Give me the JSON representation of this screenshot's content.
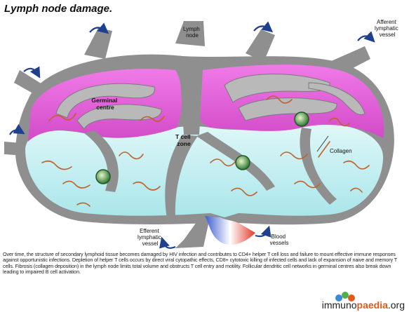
{
  "title": "Lymph node damage.",
  "labels": {
    "lymph_node": [
      "Lymph",
      "node"
    ],
    "afferent": [
      "Afferent",
      "lymphatic",
      "vessel"
    ],
    "germinal": [
      "Germinal",
      "centre"
    ],
    "t_cell_zone": [
      "T cell",
      "zone"
    ],
    "collagen": "Collagen",
    "efferent": [
      "Efferent",
      "lymphatic",
      "vessel"
    ],
    "blood_vessels": [
      "Blood",
      "vessels"
    ]
  },
  "caption": "Over time, the structure of secondary lymphoid tissue becomes damaged by HIV infection and contributes to CD4+ helper T cell loss and failure to mount effective immune responses against opportunistic infections. Depletion of helper T cells occurs by direct viral cytopathic effects, CD8+ cytotoxic killing of infected cells and lack of expansion of naive and memory T cells. Fibrosis (collagen deposition) in the lymph node limits total volume and obstructs T cell entry and motility. Follicular dendritic cell networks in germinal centres also break down leading to impaired B cell activation.",
  "logo": {
    "part1": "immuno",
    "part2": "paedia",
    "part3": ".org"
  },
  "colors": {
    "capsule": "#8f8f8f",
    "cortex": "#e04fd8",
    "t_zone": "#c9f2f4",
    "collagen": "#c0612a",
    "arrow": "#1f3f8f",
    "cell": "#2e8a3e"
  }
}
